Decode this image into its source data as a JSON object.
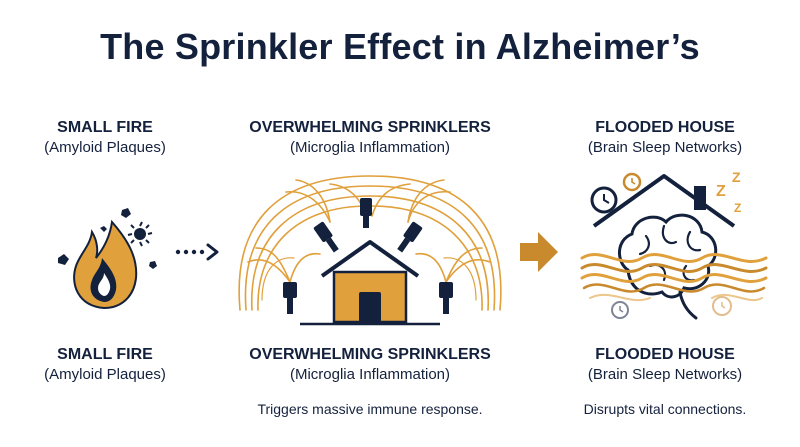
{
  "title": "The Sprinkler Effect in Alzheimer’s",
  "colors": {
    "navy": "#14213d",
    "gold": "#e0a03c",
    "brown": "#c98a2e"
  },
  "panels": [
    {
      "heading": "SMALL FIRE",
      "subheading": "(Amyloid Plaques)",
      "caption_heading": "SMALL FIRE",
      "caption_subheading": "(Amyloid Plaques)",
      "icon": "fire-icon"
    },
    {
      "heading": "OVERWHELMING SPRINKLERS",
      "subheading": "(Microglia Inflammation)",
      "caption_heading": "OVERWHELMING SPRINKLERS",
      "caption_subheading": "(Microglia Inflammation)",
      "note": "Triggers massive immune response.",
      "icon": "sprinklers-house-icon"
    },
    {
      "heading": "FLOODED HOUSE",
      "subheading": "(Brain Sleep Networks)",
      "caption_heading": "FLOODED HOUSE",
      "caption_subheading": "(Brain Sleep Networks)",
      "note": "Disrupts vital connections.",
      "icon": "flooded-brain-house-icon",
      "sleep_marks": [
        "Z",
        "Z",
        "Z"
      ]
    }
  ],
  "connectors": [
    "dotted-arrow-icon",
    "solid-arrow-icon"
  ]
}
